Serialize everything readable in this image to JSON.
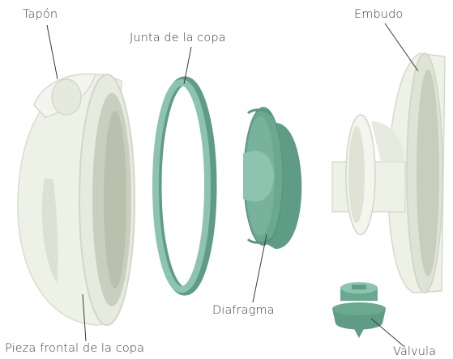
{
  "labels": {
    "tapon": "Tapón",
    "junta": "Junta de la copa",
    "embudo": "Embudo",
    "diafragma": "Diafragma",
    "pieza_frontal": "Pieza frontal de la copa",
    "valvula": "Válvula"
  },
  "colors": {
    "cup_light": "#eef1e6",
    "cup_shade": "#d9ddcf",
    "green_light": "#8dc4b0",
    "green_dark": "#5f9c86",
    "background": "#ffffff"
  }
}
